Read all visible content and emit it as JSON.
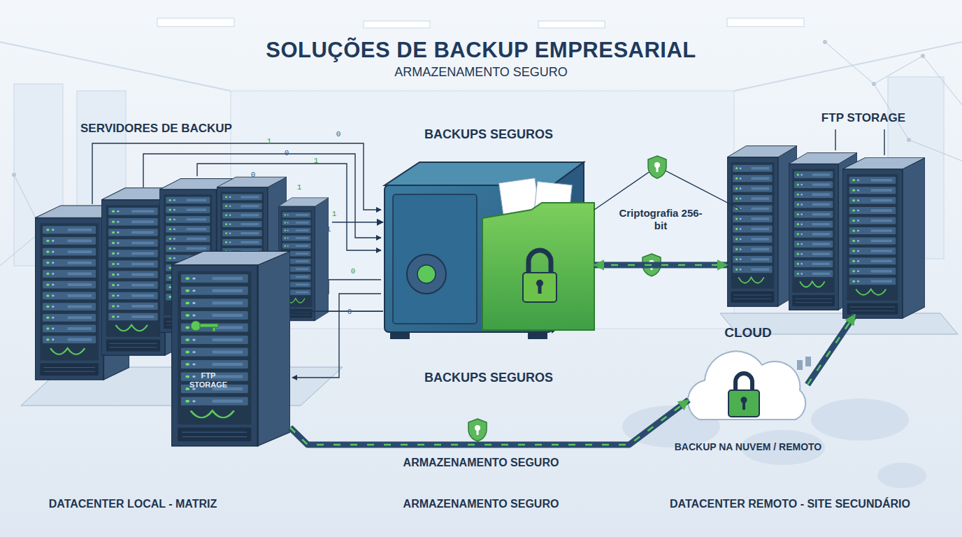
{
  "diagram": {
    "title": "SOLUÇÕES DE BACKUP EMPRESARIAL",
    "nodes": [
      {
        "text": [
          "SERVIDORES DE BACKUP"
        ]
      },
      {
        "text": [
          "FTP STORAGE"
        ]
      },
      {
        "text": [
          "BACKUPS SEGUROS",
          "BACKUPS SEGUROS"
        ]
      },
      {
        "text": [
          "FTP STORAGE"
        ]
      },
      {
        "text": [
          "CLOUD",
          "BACKUP NA NUVEM / REMOTO"
        ]
      }
    ],
    "edges": [
      {
        "from": 0,
        "to": 2,
        "arrow": "to"
      },
      {
        "from": 2,
        "to": 1,
        "arrow": "to"
      },
      {
        "from": 2,
        "to": 3,
        "label": "Criptografia 256-bit",
        "arrow": "both"
      },
      {
        "from": 1,
        "to": 4,
        "label": "ARMAZENAMENTO SEGURO",
        "arrow": "to"
      },
      {
        "from": 4,
        "to": 3,
        "arrow": "to"
      }
    ],
    "labels": [
      "ARMAZENAMENTO SEGURO",
      "DATACENTER LOCAL - MATRIZ",
      "ARMAZENAMENTO SEGURO",
      "DATACENTER REMOTO - SITE SECUNDÁRIO",
      "1",
      "0",
      "1",
      "0",
      "1",
      "0",
      "1",
      "1",
      "0",
      "0"
    ]
  }
}
